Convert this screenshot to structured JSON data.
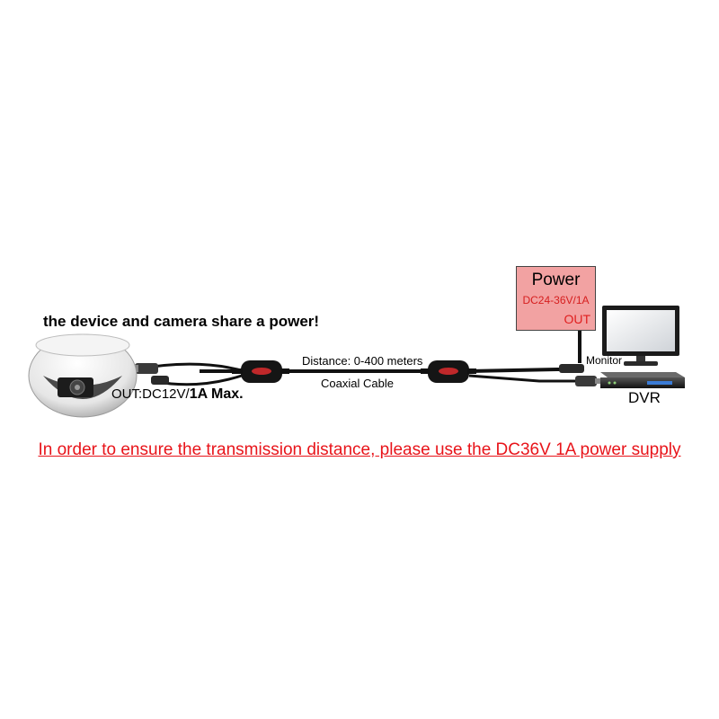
{
  "caption": "the device and camera share a power!",
  "camera": {
    "out_prefix": "OUT:DC12V/",
    "out_max": "1A Max."
  },
  "cable": {
    "distance": "Distance: 0-400 meters",
    "type": "Coaxial Cable"
  },
  "power": {
    "title": "Power",
    "spec": "DC24-36V/1A",
    "out": "OUT"
  },
  "monitor": {
    "label": "Monitor"
  },
  "dvr": {
    "label": "DVR"
  },
  "note": "In order to ensure the transmission distance, please use the DC36V 1A power supply",
  "colors": {
    "power_fill": "#f2a2a2",
    "warning": "#e8141a",
    "transceiver_led": "#c0282a",
    "cable": "#111111"
  }
}
